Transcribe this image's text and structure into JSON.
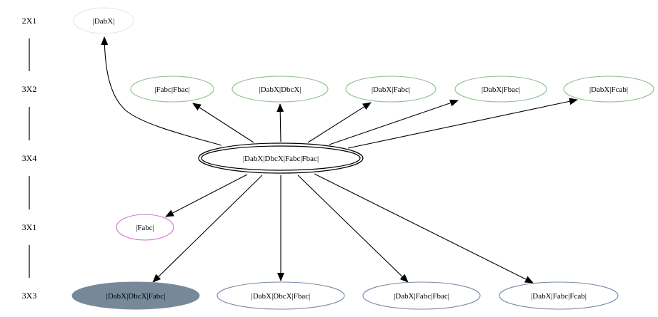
{
  "diagram": {
    "ranks": [
      {
        "id": "r0",
        "label": "2X1"
      },
      {
        "id": "r1",
        "label": "3X2"
      },
      {
        "id": "r2",
        "label": "3X4"
      },
      {
        "id": "r3",
        "label": "3X1"
      },
      {
        "id": "r4",
        "label": "3X3"
      }
    ],
    "nodes": [
      {
        "id": "n_dabx",
        "label": "|DabX|",
        "stroke": "#d6ece8",
        "fill": "none",
        "style": "single"
      },
      {
        "id": "n_fabc_fbac",
        "label": "|Fabc|Fbac|",
        "stroke": "#8fbf8f",
        "fill": "none",
        "style": "single"
      },
      {
        "id": "n_dabx_dbcx",
        "label": "|DabX|DbcX|",
        "stroke": "#8fbf8f",
        "fill": "none",
        "style": "single"
      },
      {
        "id": "n_dabx_fabc",
        "label": "|DabX|Fabc|",
        "stroke": "#8fbf8f",
        "fill": "none",
        "style": "single"
      },
      {
        "id": "n_dabx_fbac",
        "label": "|DabX|Fbac|",
        "stroke": "#8fbf8f",
        "fill": "none",
        "style": "single"
      },
      {
        "id": "n_dabx_fcab",
        "label": "|DabX|Fcab|",
        "stroke": "#8fbf8f",
        "fill": "none",
        "style": "single"
      },
      {
        "id": "n_center",
        "label": "|DabX|DbcX|Fabc|Fbac|",
        "stroke": "#000000",
        "fill": "none",
        "style": "double"
      },
      {
        "id": "n_fabc",
        "label": "|Fabc|",
        "stroke": "#d070d0",
        "fill": "none",
        "style": "single"
      },
      {
        "id": "n_b1",
        "label": "|DabX|DbcX|Fabc|",
        "stroke": "#778899",
        "fill": "#778899",
        "style": "filled"
      },
      {
        "id": "n_b2",
        "label": "|DabX|DbcX|Fbac|",
        "stroke": "#7a8aa8",
        "fill": "none",
        "style": "single"
      },
      {
        "id": "n_b3",
        "label": "|DabX|Fabc|Fbac|",
        "stroke": "#7a8aa8",
        "fill": "none",
        "style": "single"
      },
      {
        "id": "n_b4",
        "label": "|DabX|Fabc|Fcab|",
        "stroke": "#7a8aa8",
        "fill": "none",
        "style": "single"
      }
    ],
    "edges": [
      {
        "from": "n_center",
        "to": "n_dabx"
      },
      {
        "from": "n_center",
        "to": "n_fabc_fbac"
      },
      {
        "from": "n_center",
        "to": "n_dabx_dbcx"
      },
      {
        "from": "n_center",
        "to": "n_dabx_fabc"
      },
      {
        "from": "n_center",
        "to": "n_dabx_fbac"
      },
      {
        "from": "n_center",
        "to": "n_dabx_fcab"
      },
      {
        "from": "n_center",
        "to": "n_fabc"
      },
      {
        "from": "n_center",
        "to": "n_b1"
      },
      {
        "from": "n_center",
        "to": "n_b2"
      },
      {
        "from": "n_center",
        "to": "n_b3"
      },
      {
        "from": "n_center",
        "to": "n_b4"
      }
    ]
  }
}
